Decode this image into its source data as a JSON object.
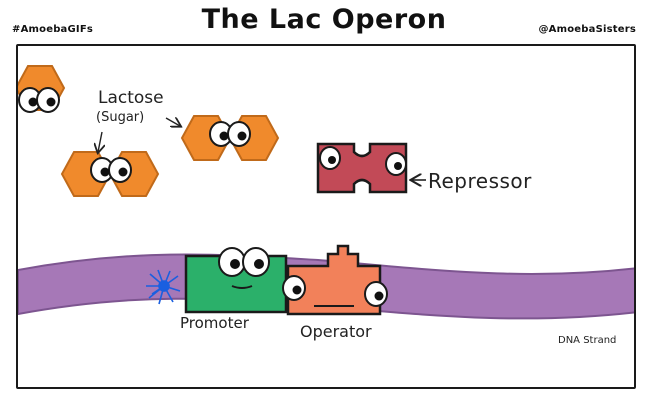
{
  "header": {
    "title": "The Lac Operon",
    "hashtag": "#AmoebaGIFs",
    "handle": "@AmoebaSisters"
  },
  "labels": {
    "lactose": "Lactose",
    "sugar": "(Sugar)",
    "repressor": "Repressor",
    "promoter": "Promoter",
    "operator": "Operator",
    "dna_strand": "DNA Strand"
  },
  "colors": {
    "lactose": "#f08a2c",
    "repressor": "#c24a57",
    "promoter": "#2bb06a",
    "operator": "#f2815a",
    "dna_strand": "#a678b7",
    "rna_polymerase": "#1a5fe0"
  }
}
